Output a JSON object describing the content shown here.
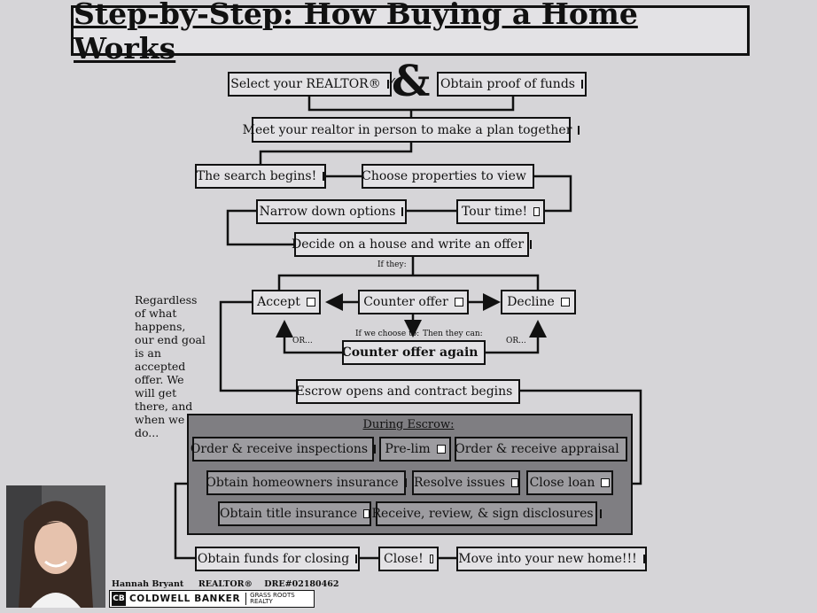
{
  "title": "Step-by-Step: How Buying a Home Works",
  "ampersand": "&",
  "steps": {
    "select_realtor": "Select your REALTOR®",
    "proof_of_funds": "Obtain proof of funds",
    "meet_realtor": "Meet your realtor in person to make a plan together",
    "search_begins": "The search begins!",
    "choose_properties": "Choose properties to view",
    "narrow_down": "Narrow down options",
    "tour_time": "Tour time!",
    "decide_offer": "Decide on a house and write an offer",
    "accept": "Accept",
    "counter_offer": "Counter offer",
    "decline": "Decline",
    "counter_again": "Counter offer again",
    "escrow_opens": "Escrow opens and contract begins",
    "funds_closing": "Obtain funds for closing",
    "close": "Close!",
    "move_in": "Move into your new home!!!"
  },
  "branch_labels": {
    "if_they": "If they:",
    "if_we_choose": "If we choose to:",
    "then_they_can": "Then they can:",
    "or_left": "OR...",
    "or_right": "OR..."
  },
  "note": "Regardless of what happens, our end goal is an accepted offer. We will get there, and when we do...",
  "escrow": {
    "title": "During Escrow:",
    "items": {
      "inspections": "Order & receive inspections",
      "prelim": "Pre-lim",
      "appraisal": "Order & receive appraisal",
      "insurance": "Obtain homeowners insurance",
      "issues": "Resolve issues",
      "close_loan": "Close loan",
      "title_insurance": "Obtain title insurance",
      "disclosures": "Receive, review, & sign disclosures"
    }
  },
  "footer": {
    "agent_name": "Hannah Bryant",
    "agent_role": "REALTOR®",
    "license": "DRE#02180462",
    "brand_logo": "CB",
    "brand_name": "COLDWELL BANKER",
    "brand_sub_1": "GRASS ROOTS",
    "brand_sub_2": "REALTY"
  },
  "icons": [
    "checkbox-icon",
    "checked-checkbox-icon",
    "arrow-icon"
  ],
  "colors": {
    "background": "#d6d5d8",
    "escrow_panel": "#7f7e82",
    "line": "#111111"
  }
}
